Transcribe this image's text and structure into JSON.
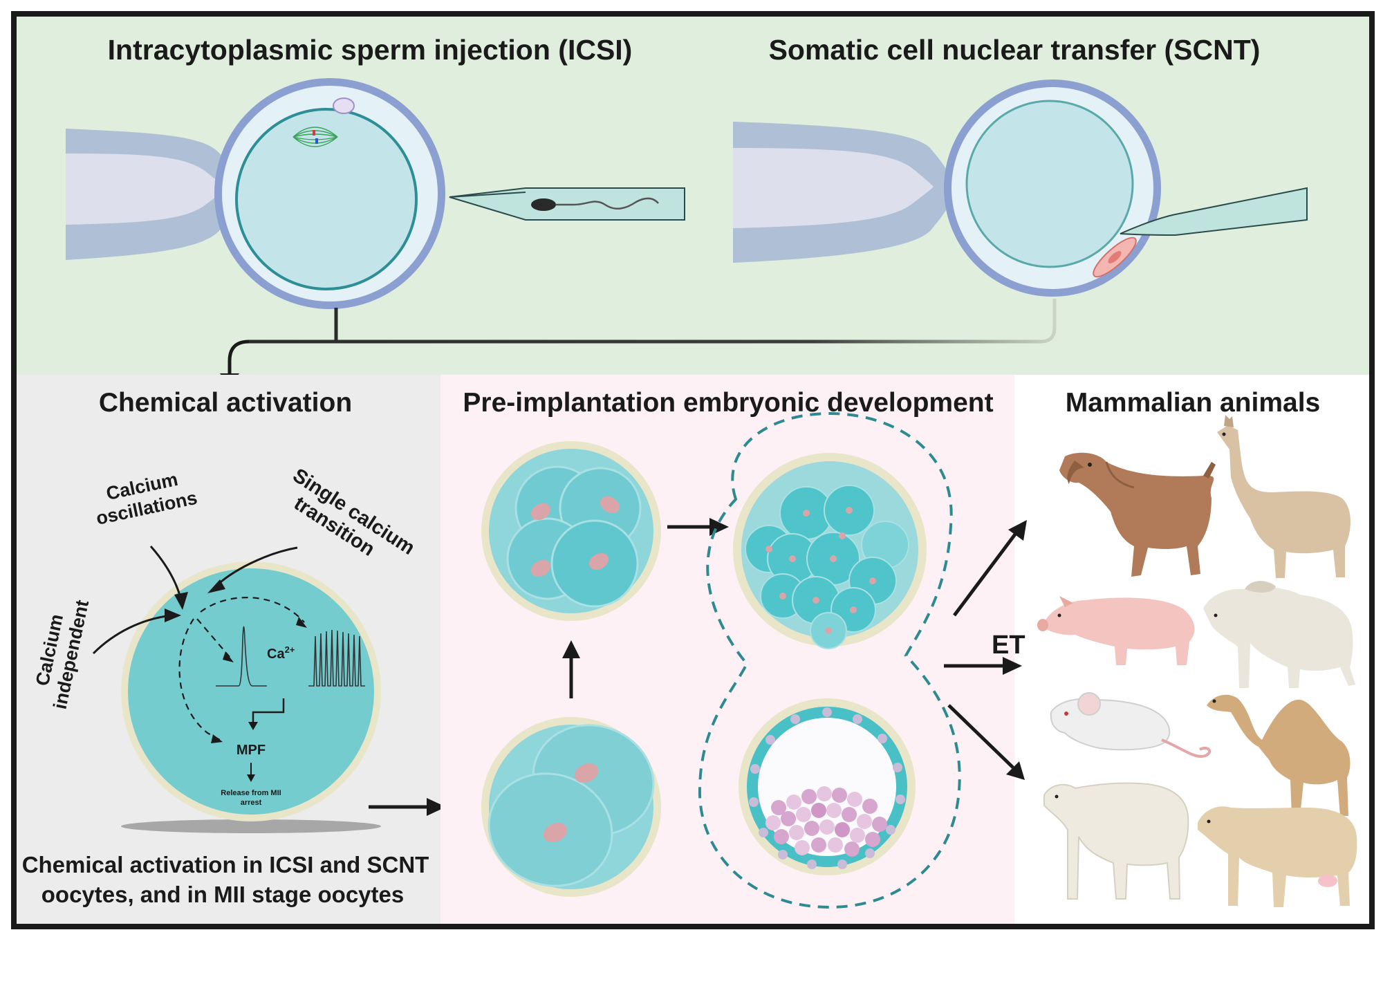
{
  "top_panel": {
    "icsi_title": "Intracytoplasmic sperm injection (ICSI)",
    "scnt_title": "Somatic cell nuclear transfer (SCNT)"
  },
  "activation_panel": {
    "title": "Chemical activation",
    "calcium_oscillations_line1": "Calcium",
    "calcium_oscillations_line2": "oscillations",
    "single_calcium_line1": "Single calcium",
    "single_calcium_line2": "transition",
    "calcium_independent_line1": "Calcium",
    "calcium_independent_line2": "independent",
    "ca_label": "Ca",
    "ca_superscript": "2+",
    "mpf_label": "MPF",
    "release_line1": "Release from MII",
    "release_line2": "arrest",
    "caption_line1": "Chemical activation in ICSI and SCNT",
    "caption_line2": "oocytes, and in MII stage oocytes"
  },
  "development_panel": {
    "title": "Pre-implantation embryonic development"
  },
  "animals_panel": {
    "title": "Mammalian animals",
    "et_label": "ET",
    "animals": [
      "goat",
      "llama",
      "pig",
      "zebu cattle",
      "mouse",
      "camel",
      "sheep",
      "cow"
    ]
  },
  "colors": {
    "top_bg": "#dfeedd",
    "activation_bg": "#ececec",
    "development_bg": "#fdf1f5",
    "cytoplasm": "#7ccfd2",
    "zona": "#e9e5c8",
    "pipette": "#aebfd6",
    "membrane": "#8c9fd1"
  }
}
